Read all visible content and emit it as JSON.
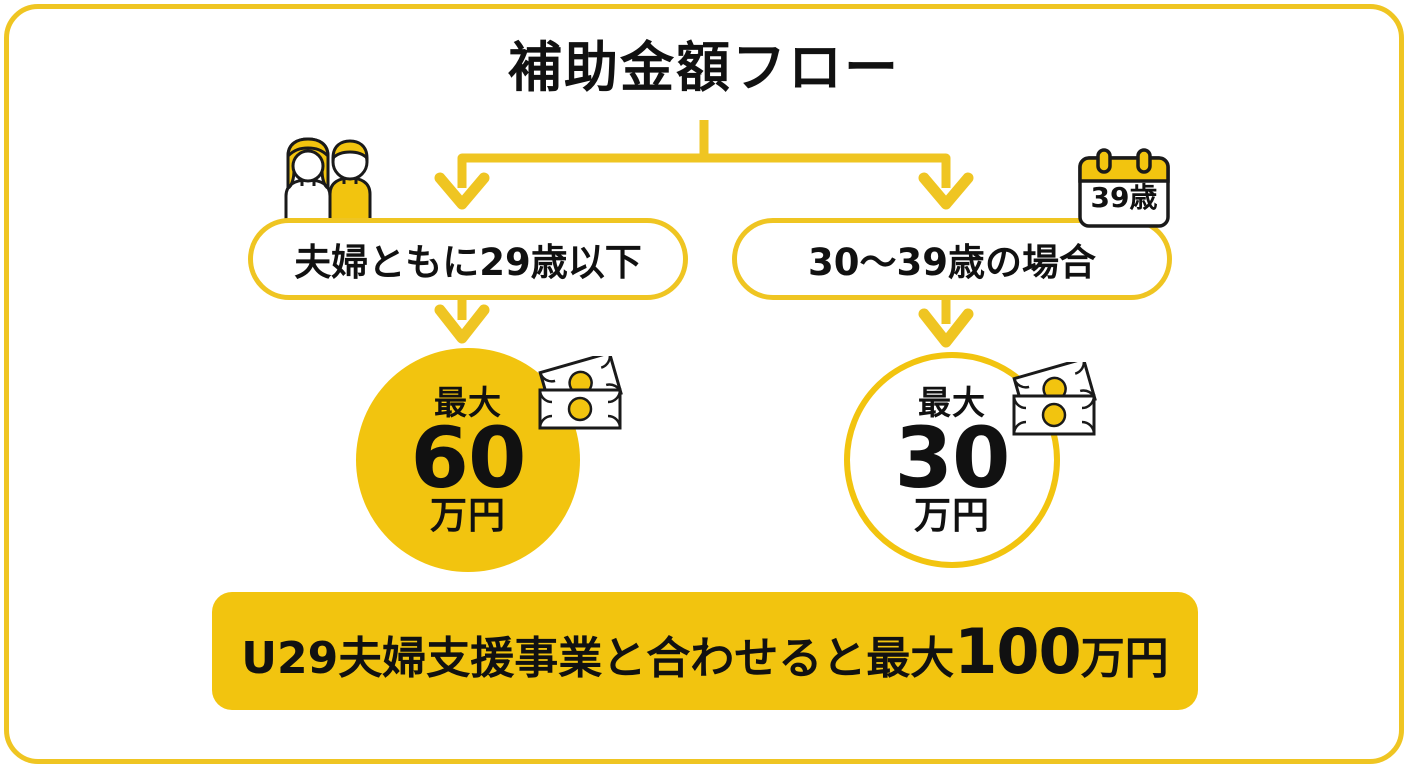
{
  "page": {
    "title": "補助金額フロー",
    "frame_color": "#EFC522",
    "accent_color": "#F2C40F",
    "background": "#FFFFFF",
    "text_color": "#111111"
  },
  "flow": {
    "branches": [
      {
        "id": "left",
        "condition_label": "夫婦ともに29歳以下",
        "icon": "couple-icon",
        "amount": {
          "prefix": "最大",
          "value": "60",
          "unit": "万円",
          "icon": "banknote-icon",
          "style": "filled"
        }
      },
      {
        "id": "right",
        "condition_label": "30〜39歳の場合",
        "icon": "calendar-icon",
        "icon_label": "39歳",
        "amount": {
          "prefix": "最大",
          "value": "30",
          "unit": "万円",
          "icon": "banknote-icon",
          "style": "outlined"
        }
      }
    ]
  },
  "banner": {
    "text_before": "U29夫婦支援事業と合わせると最大",
    "highlight_number": "100",
    "text_after": "万円",
    "background": "#F2C40F"
  }
}
